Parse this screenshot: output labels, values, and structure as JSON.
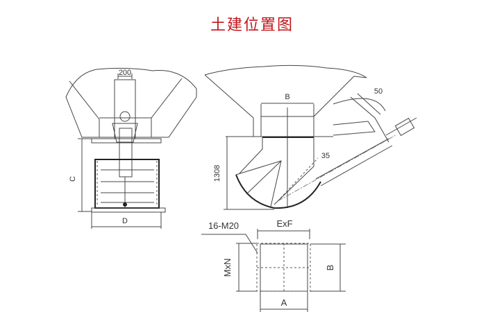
{
  "title": "土建位置图",
  "colors": {
    "title": "#c0151b",
    "line": "#444444"
  },
  "front_view": {
    "dim_top": "200",
    "dim_height": "C",
    "dim_width": "D"
  },
  "side_view": {
    "dim_opening": "B",
    "dim_height": "1308",
    "dim_angle_top": "50",
    "dim_angle": "35"
  },
  "flange_view": {
    "bolts": "16-M20",
    "dim_outer_width": "ExF",
    "dim_outer_height": "MxN",
    "dim_inner_height": "B",
    "dim_inner_width": "A"
  }
}
